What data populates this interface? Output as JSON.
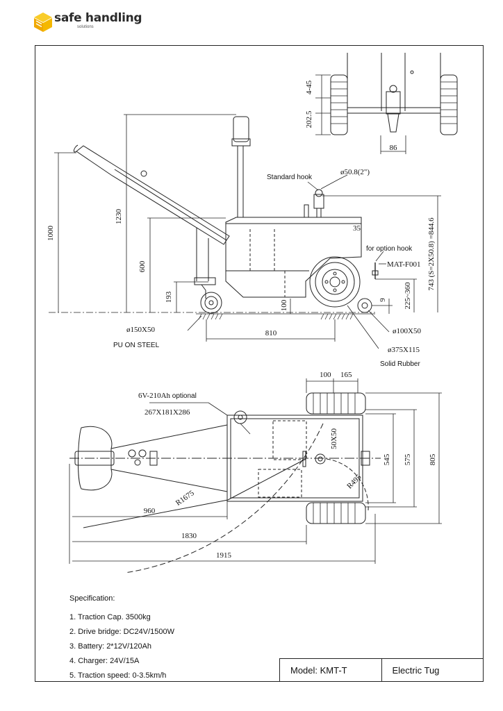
{
  "brand": {
    "name": "safe handling",
    "tagline": "solutions",
    "color": "#f5b800"
  },
  "side_view": {
    "labels": {
      "standard_hook": "Standard hook",
      "hook_diameter": "ø50.8(2\")",
      "option_hook": "for option hook",
      "option_hook_code": "MAT-F001",
      "caster_size": "ø150X50",
      "caster_material": "PU ON STEEL",
      "small_wheel": "ø100X50",
      "main_wheel": "ø375X115",
      "main_wheel_material": "Solid Rubber"
    },
    "dims": {
      "overall_height": "1000",
      "handle_height": "1230",
      "body_height": "600",
      "caster_axle": "193",
      "ground_clearance": "100",
      "wheelbase": "810",
      "hook_height": "743 (S=2X50.8) =844.6",
      "option_hook_range": "225~360",
      "small_wheel_offset": "9",
      "corner": "35"
    }
  },
  "rear_view": {
    "dims": {
      "hitch_top": "4-45",
      "hitch_height": "202.5",
      "hitch_width": "86"
    }
  },
  "top_view": {
    "labels": {
      "battery": "6V-210Ah",
      "battery_optional": "optional",
      "battery_size": "267X181X286"
    },
    "dims": {
      "wheel_offset": "100",
      "wheel_width": "165",
      "hitch_plate": "50X50",
      "turn_radius_small": "R495",
      "turn_radius_large": "R1675",
      "track_inner": "545",
      "track_outer": "575",
      "overall_width": "805",
      "handle_length": "960",
      "length_1": "1830",
      "length_2": "1915"
    }
  },
  "specification": {
    "title": "Specification:",
    "items": [
      "1. Traction Cap. 3500kg",
      "2. Drive bridge: DC24V/1500W",
      "3. Battery: 2*12V/120Ah",
      "4. Charger: 24V/15A",
      "5. Traction speed: 0-3.5km/h"
    ]
  },
  "title_block": {
    "model": "Model: KMT-T",
    "type": "Electric Tug"
  }
}
